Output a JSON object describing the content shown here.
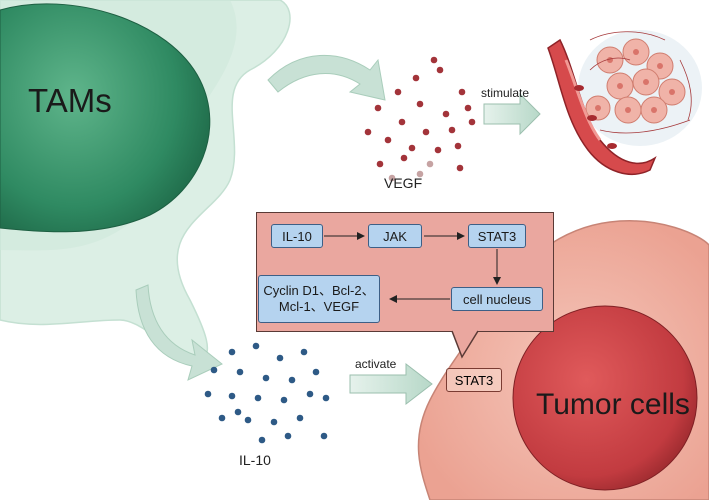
{
  "labels": {
    "tams": "TAMs",
    "vegf": "VEGF",
    "stimulate": "stimulate",
    "il10_cluster": "IL-10",
    "activate": "activate",
    "stat3_cell": "STAT3",
    "tumor_cells": "Tumor cells"
  },
  "pathway": {
    "il10": "IL-10",
    "jak": "JAK",
    "stat3": "STAT3",
    "nucleus": "cell nucleus",
    "genes_line1": "Cyclin D1、Bcl-2、",
    "genes_line2": "Mcl-1、VEGF"
  },
  "colors": {
    "tam_body": "#d9ede3",
    "tam_nucleus": "#2f8a62",
    "tumor_cell": "#f1b6a9",
    "tumor_nucleus": "#c74145",
    "vegf_dots": "#a3343a",
    "il10_dots": "#2e5a86",
    "pathway_panel": "#eaa79f",
    "pathway_box": "#b5d3ef"
  }
}
